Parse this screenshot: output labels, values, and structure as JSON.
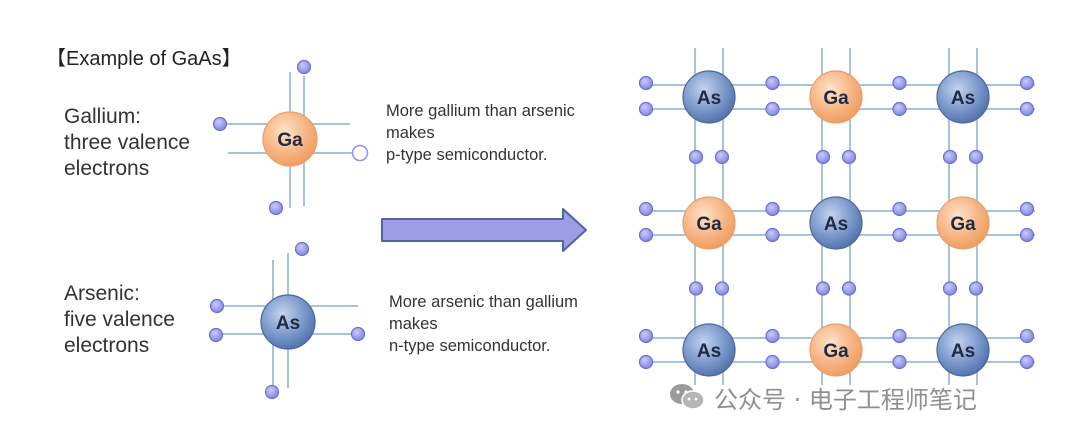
{
  "title": "【Example of  GaAs】",
  "gallium": {
    "label": [
      "Gallium:",
      "three valence",
      "electrons"
    ],
    "symbol": "Ga",
    "description": [
      "More gallium than arsenic",
      "makes",
      "p-type semiconductor."
    ]
  },
  "arsenic": {
    "label": [
      "Arsenic:",
      "five valence",
      "electrons"
    ],
    "symbol": "As",
    "description": [
      "More arsenic than gallium",
      "makes",
      "n-type semiconductor."
    ]
  },
  "lattice": [
    [
      "As",
      "Ga",
      "As"
    ],
    [
      "Ga",
      "As",
      "Ga"
    ],
    [
      "As",
      "Ga",
      "As"
    ]
  ],
  "watermark": "公众号 · 电子工程师笔记",
  "colors": {
    "ga_fill": "#f5b07a",
    "as_fill": "#6f8fc4",
    "electron": "#8f93e8",
    "bond": "#a8c2dc",
    "arrow_fill": "#9b9ee3",
    "arrow_stroke": "#4e66a0"
  }
}
